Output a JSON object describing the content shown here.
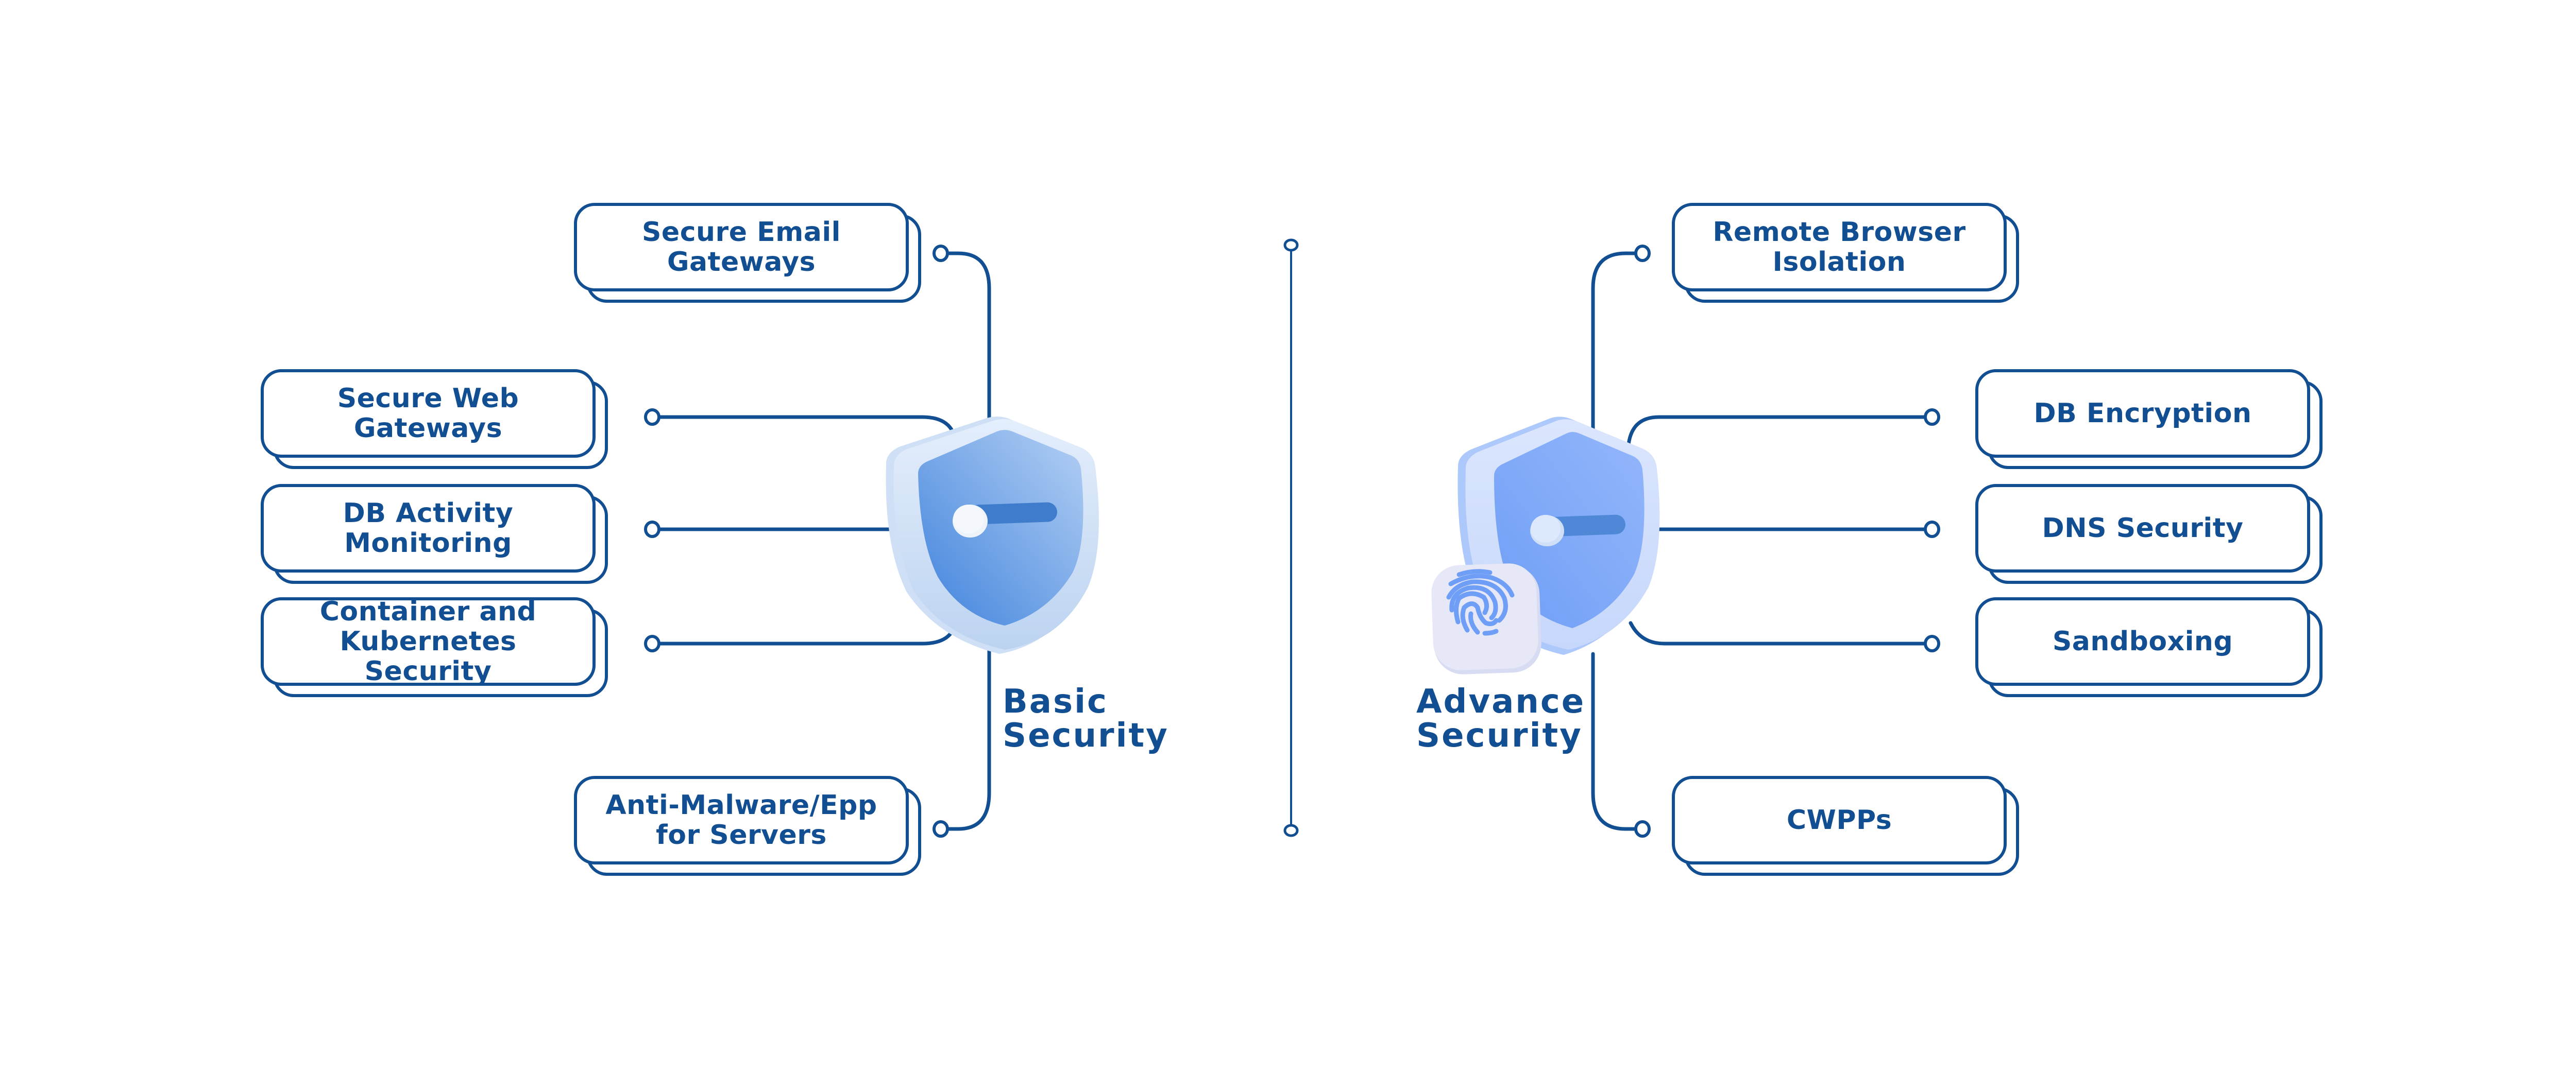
{
  "diagram": {
    "basic": {
      "title": "Basic\nSecurity",
      "items": [
        {
          "label": "Secure Email\nGateways"
        },
        {
          "label": "Secure Web\nGateways"
        },
        {
          "label": "DB Activity\nMonitoring"
        },
        {
          "label": "Container and\nKubernetes Security"
        },
        {
          "label": "Anti-Malware/Epp\nfor Servers"
        }
      ],
      "icon": "shield-toggle-icon"
    },
    "advance": {
      "title": "Advance\nSecurity",
      "items": [
        {
          "label": "Remote Browser\nIsolation"
        },
        {
          "label": "DB Encryption"
        },
        {
          "label": "DNS Security"
        },
        {
          "label": "Sandboxing"
        },
        {
          "label": "CWPPs"
        }
      ],
      "icon": "shield-toggle-icon",
      "badge_icon": "fingerprint-icon"
    },
    "colors": {
      "line": "#124e92",
      "text": "#124e92",
      "shield_basic": "#4a8ede",
      "shield_advance": "#7aa6f7",
      "shield_rim": "#d6e6fb"
    }
  }
}
